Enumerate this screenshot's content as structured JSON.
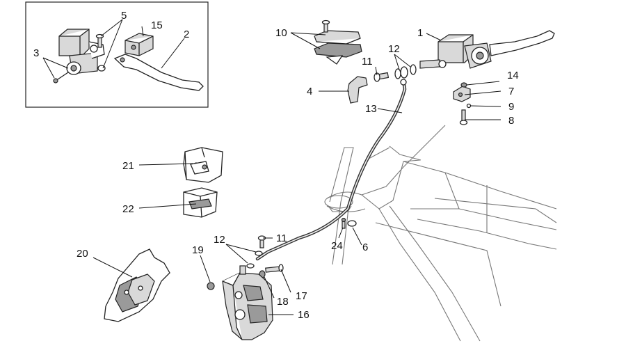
{
  "diagram": {
    "labels": {
      "l1": "1",
      "l2": "2",
      "l3": "3",
      "l4": "4",
      "l5": "5",
      "l6": "6",
      "l7": "7",
      "l8": "8",
      "l9": "9",
      "l10": "10",
      "l11a": "11",
      "l11b": "11",
      "l12a": "12",
      "l12b": "12",
      "l13": "13",
      "l14": "14",
      "l15": "15",
      "l16": "16",
      "l17": "17",
      "l18": "18",
      "l19": "19",
      "l20": "20",
      "l21": "21",
      "l22": "22",
      "l24": "24"
    }
  }
}
